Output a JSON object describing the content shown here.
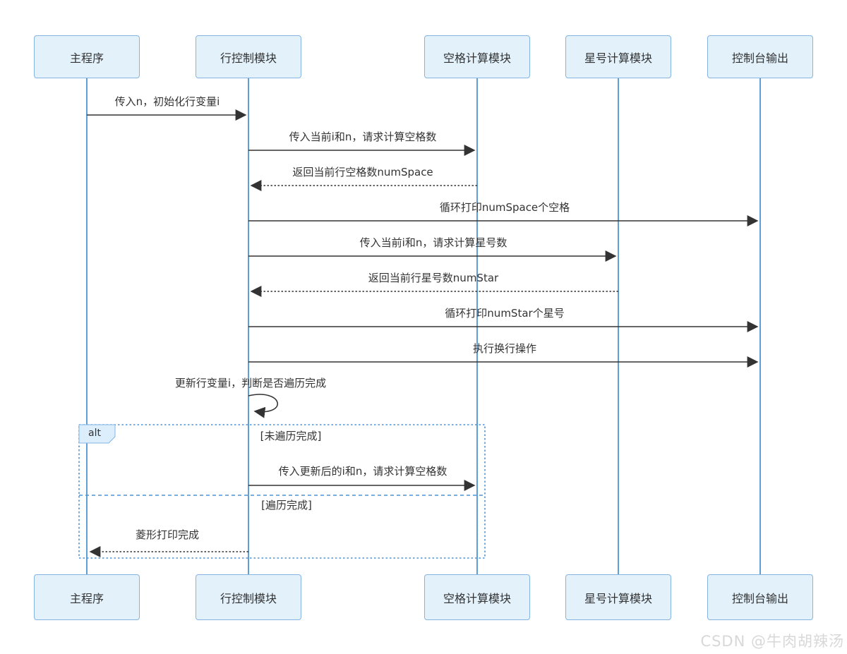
{
  "diagram_type": "sequence-diagram",
  "participants": [
    {
      "label": "主程序"
    },
    {
      "label": "行控制模块"
    },
    {
      "label": "空格计算模块"
    },
    {
      "label": "星号计算模块"
    },
    {
      "label": "控制台输出"
    }
  ],
  "messages": [
    {
      "label": "传入n，初始化行变量i",
      "from": "主程序",
      "to": "行控制模块",
      "line": "solid"
    },
    {
      "label": "传入当前i和n，请求计算空格数",
      "from": "行控制模块",
      "to": "空格计算模块",
      "line": "solid"
    },
    {
      "label": "返回当前行空格数numSpace",
      "from": "空格计算模块",
      "to": "行控制模块",
      "line": "dashed"
    },
    {
      "label": "循环打印numSpace个空格",
      "from": "行控制模块",
      "to": "控制台输出",
      "line": "solid"
    },
    {
      "label": "传入当前i和n，请求计算星号数",
      "from": "行控制模块",
      "to": "星号计算模块",
      "line": "solid"
    },
    {
      "label": "返回当前行星号数numStar",
      "from": "星号计算模块",
      "to": "行控制模块",
      "line": "dashed"
    },
    {
      "label": "循环打印numStar个星号",
      "from": "行控制模块",
      "to": "控制台输出",
      "line": "solid"
    },
    {
      "label": "执行换行操作",
      "from": "行控制模块",
      "to": "控制台输出",
      "line": "solid"
    },
    {
      "label": "更新行变量i，判断是否遍历完成",
      "from": "行控制模块",
      "to": "行控制模块",
      "line": "self"
    },
    {
      "label": "传入更新后的i和n，请求计算空格数",
      "from": "行控制模块",
      "to": "空格计算模块",
      "line": "solid",
      "branch": "未遍历完成"
    },
    {
      "label": "菱形打印完成",
      "from": "行控制模块",
      "to": "主程序",
      "line": "dashed",
      "branch": "遍历完成"
    }
  ],
  "alt_block": {
    "operator": "alt",
    "conditions": [
      "[未遍历完成]",
      "[遍历完成]"
    ]
  },
  "watermark": "CSDN @牛肉胡辣汤",
  "colors": {
    "participant_fill": "#e3f1fb",
    "participant_border": "#85b4e3",
    "lifeline": "#5f9fd8",
    "frame_border": "#4f93d4",
    "arrow": "#333333",
    "text": "#333333",
    "watermark": "#d8d8d8"
  }
}
